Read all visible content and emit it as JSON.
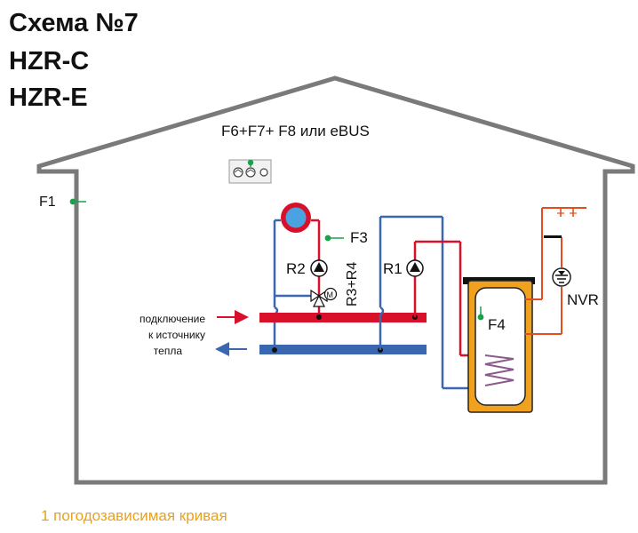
{
  "header": {
    "title_line1": "Схема №7",
    "title_line2": "HZR-C",
    "title_line3": "HZR-E"
  },
  "controller": {
    "label": "F6+F7+ F8 или eBUS"
  },
  "sensors": {
    "f1": "F1",
    "f3": "F3",
    "f4": "F4"
  },
  "pumps": {
    "r1": "R1",
    "r2": "R2",
    "r3r4": "R3+R4"
  },
  "mixer": {
    "motor_letter": "M"
  },
  "nvr": {
    "label": "NVR"
  },
  "connection": {
    "line1": "подключение",
    "line2": "к источнику",
    "line3": "тепла"
  },
  "footer": {
    "note": "1 погодозависимая кривая"
  },
  "colors": {
    "supply": "#d9102a",
    "return": "#3a67b0",
    "house": "#7a7a7a",
    "boiler": "#f0a21e",
    "sensor": "#17a34a",
    "dhw": "#e84c1c"
  }
}
